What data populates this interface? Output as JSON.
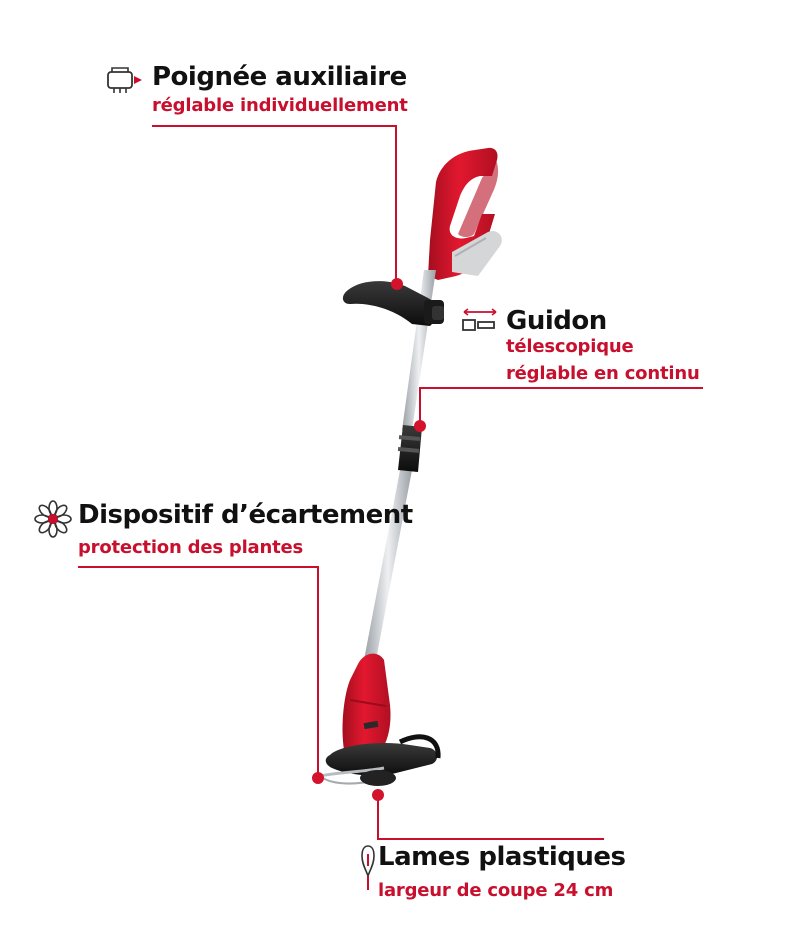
{
  "features": {
    "handle": {
      "title": "Poignée auxiliaire",
      "subtitle_1": "réglable individuellement",
      "icon": "hand-grip-icon"
    },
    "guide": {
      "title": "Guidon",
      "subtitle_1": "télescopique",
      "subtitle_2": "réglable en continu",
      "icon": "telescopic-arrows-icon"
    },
    "spacer": {
      "title": "Dispositif d’écartement",
      "subtitle_1": "protection des plantes",
      "icon": "flower-icon"
    },
    "blades": {
      "title": "Lames plastiques",
      "subtitle_1": "largeur de coupe 24 cm",
      "icon": "blade-icon"
    }
  },
  "colors": {
    "accent": "#c8102e",
    "text": "#111111",
    "tool_red": "#d0142a",
    "shaft": "#c9ced3"
  }
}
